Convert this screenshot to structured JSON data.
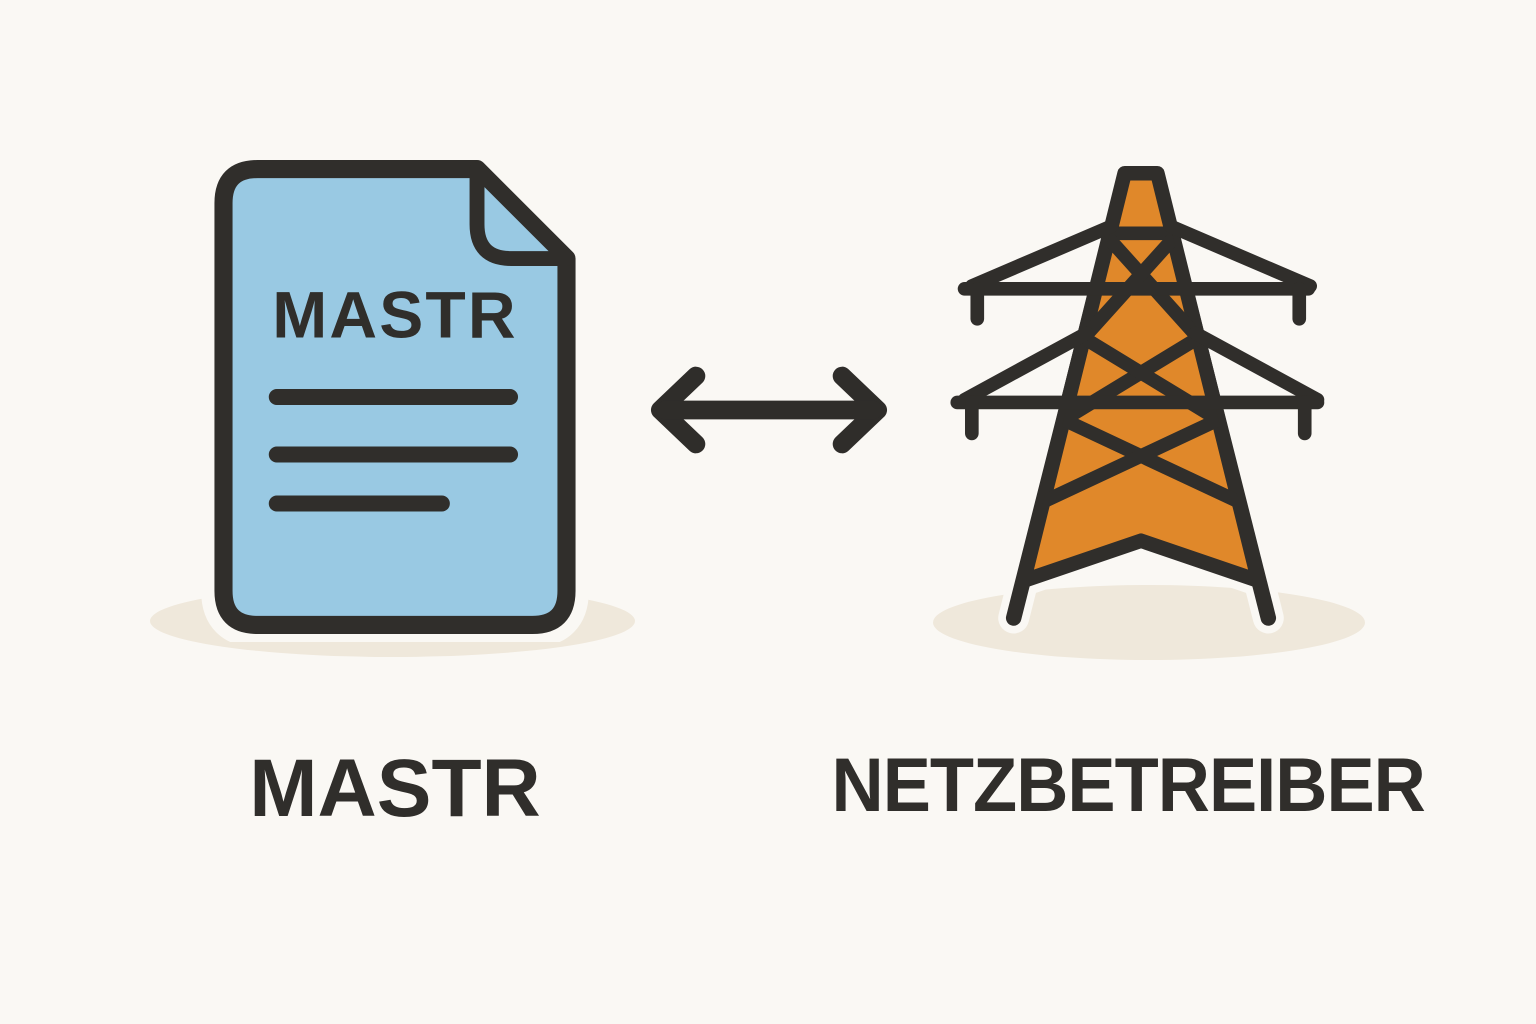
{
  "illustration": {
    "background_color": "#faf8f4",
    "shadow_color": "#efe8db",
    "outline_color": "#302e2b",
    "left_item": {
      "icon": "document-icon",
      "document_fill": "#99c9e3",
      "document_text": "MASTR",
      "label": "MASTR"
    },
    "connector": {
      "icon": "double-arrow-icon",
      "direction": "bidirectional",
      "color": "#2f2d2a"
    },
    "right_item": {
      "icon": "transmission-tower-icon",
      "tower_fill": "#e0882a",
      "label": "NETZBETREIBER"
    }
  }
}
